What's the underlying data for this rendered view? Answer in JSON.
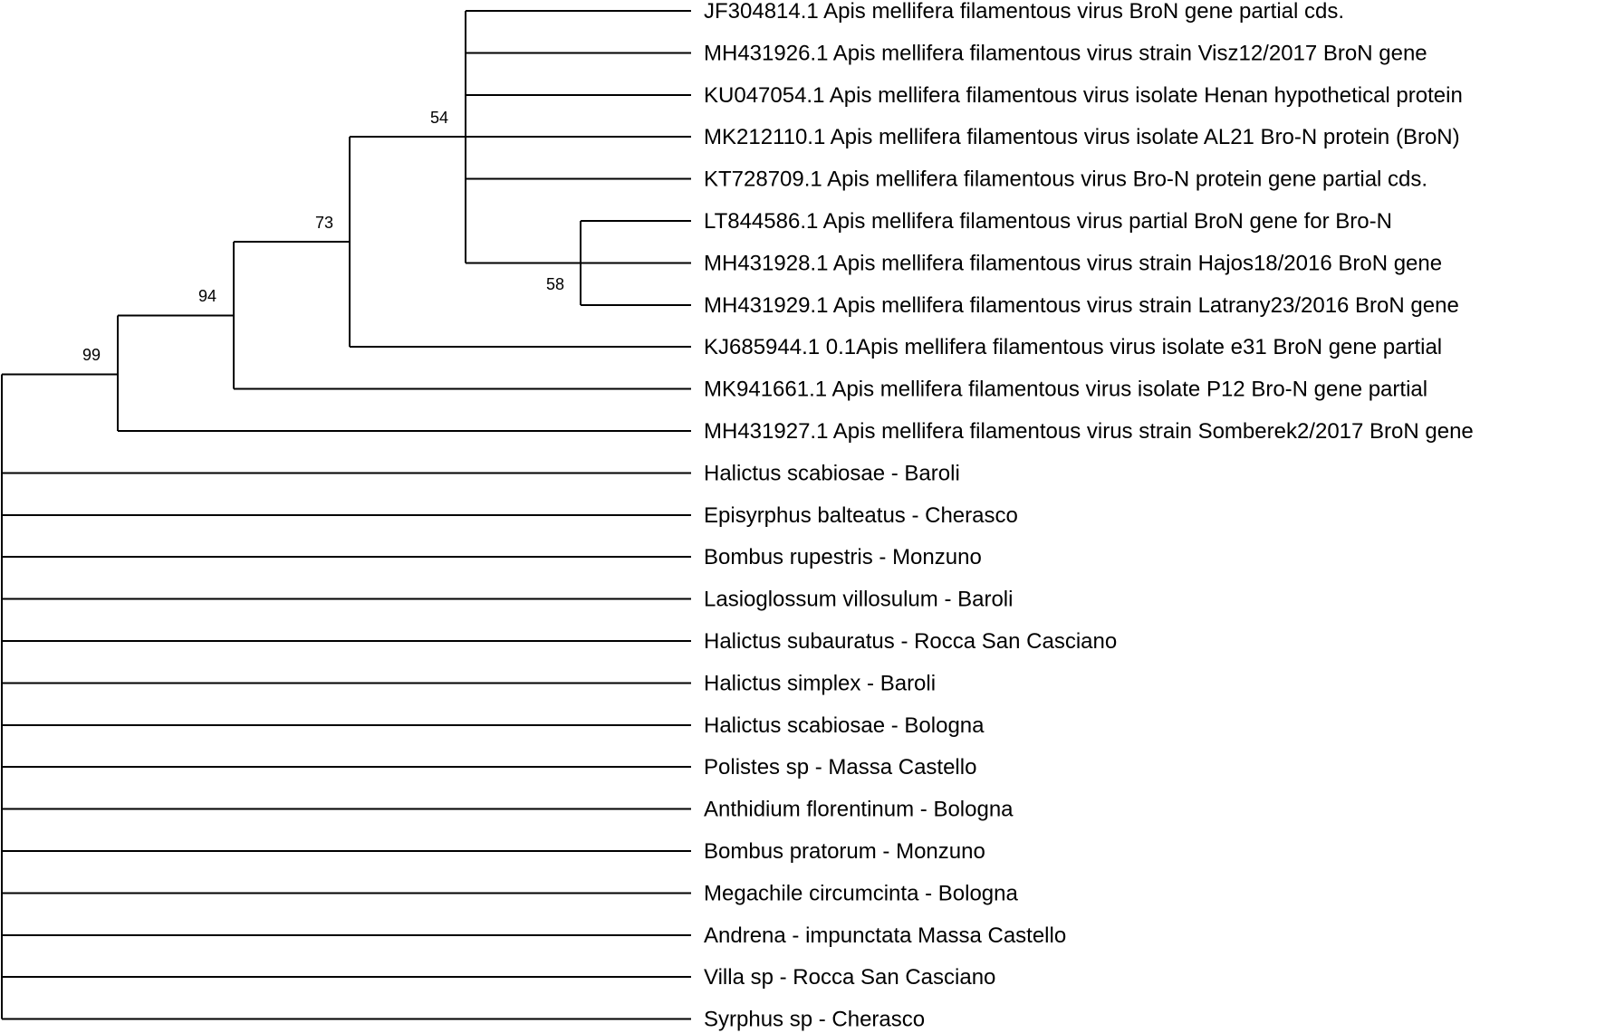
{
  "tree": {
    "taxa": [
      "JF304814.1 Apis mellifera filamentous virus BroN gene partial cds.",
      "MH431926.1 Apis mellifera filamentous virus strain Visz12/2017 BroN gene",
      "KU047054.1 Apis mellifera filamentous virus isolate Henan hypothetical protein",
      "MK212110.1 Apis mellifera filamentous virus isolate AL21 Bro-N protein (BroN)",
      "KT728709.1 Apis mellifera filamentous virus Bro-N protein gene partial cds.",
      "LT844586.1 Apis mellifera filamentous virus partial BroN gene for Bro-N",
      "MH431928.1 Apis mellifera filamentous virus strain Hajos18/2016 BroN gene",
      "MH431929.1 Apis mellifera filamentous virus strain Latrany23/2016 BroN gene",
      "KJ685944.1 0.1Apis mellifera filamentous virus isolate e31 BroN gene partial",
      "MK941661.1 Apis mellifera filamentous virus isolate P12 Bro-N gene partial",
      "MH431927.1 Apis mellifera filamentous virus strain Somberek2/2017 BroN gene",
      "Halictus scabiosae - Baroli",
      "Episyrphus balteatus - Cherasco",
      "Bombus rupestris - Monzuno",
      "Lasioglossum villosulum - Baroli",
      "Halictus subauratus - Rocca San Casciano",
      "Halictus simplex - Baroli",
      "Halictus scabiosae - Bologna",
      "Polistes sp - Massa Castello",
      "Anthidium florentinum - Bologna",
      "Bombus pratorum - Monzuno",
      "Megachile circumcinta - Bologna",
      "Andrena - impunctata Massa Castello",
      "Villa sp - Rocca San Casciano",
      "Syrphus sp - Cherasco"
    ],
    "support_values": [
      "99",
      "94",
      "73",
      "54",
      "58"
    ]
  }
}
